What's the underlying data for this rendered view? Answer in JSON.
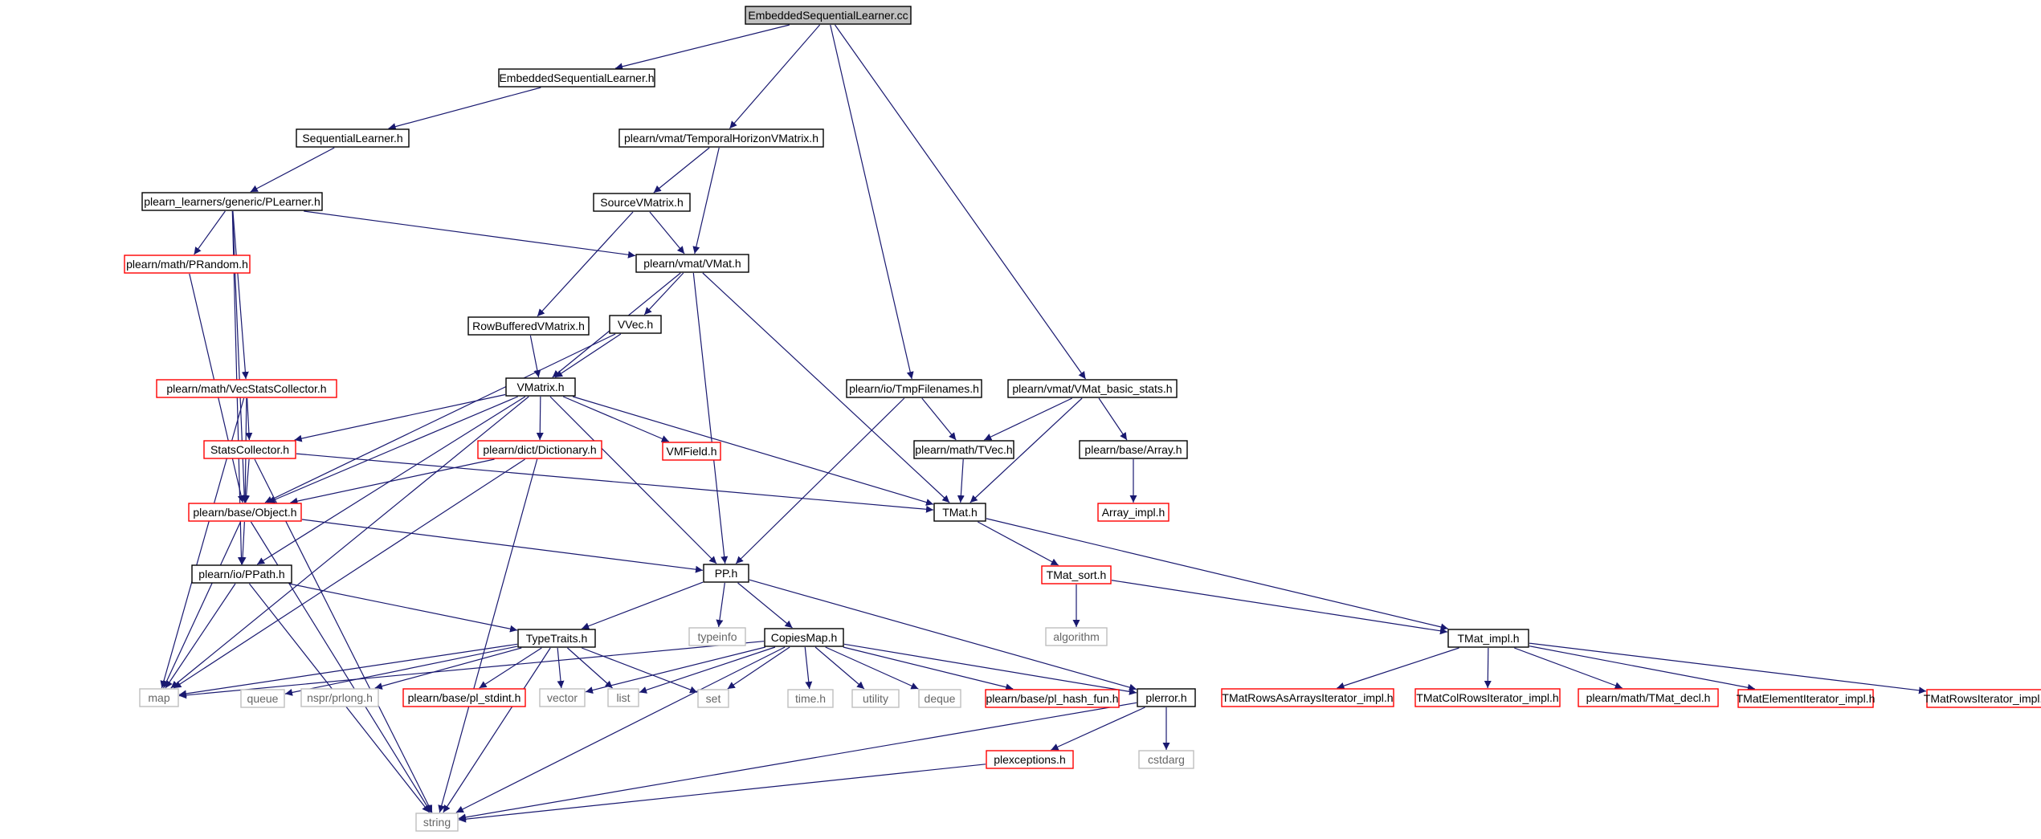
{
  "colors": {
    "edge": "#191970",
    "border_normal": "#000000",
    "border_red": "#ff0000",
    "border_gray": "#bfbfbf",
    "root_fill": "#bfbfbf",
    "text_normal": "#000000",
    "text_gray": "#666666"
  },
  "nodes": [
    {
      "id": "n0",
      "label": "EmbeddedSequentialLearner.cc",
      "style": "root"
    },
    {
      "id": "n1",
      "label": "EmbeddedSequentialLearner.h",
      "style": "normal"
    },
    {
      "id": "n2",
      "label": "SequentialLearner.h",
      "style": "normal"
    },
    {
      "id": "n3",
      "label": "plearn_learners/generic/PLearner.h",
      "style": "normal"
    },
    {
      "id": "n4",
      "label": "plearn/vmat/TemporalHorizonVMatrix.h",
      "style": "normal"
    },
    {
      "id": "n5",
      "label": "SourceVMatrix.h",
      "style": "normal"
    },
    {
      "id": "n6",
      "label": "plearn/math/PRandom.h",
      "style": "red"
    },
    {
      "id": "n7",
      "label": "plearn/vmat/VMat.h",
      "style": "normal"
    },
    {
      "id": "n8",
      "label": "RowBufferedVMatrix.h",
      "style": "normal"
    },
    {
      "id": "n9",
      "label": "VVec.h",
      "style": "normal"
    },
    {
      "id": "n10",
      "label": "plearn/math/VecStatsCollector.h",
      "style": "red"
    },
    {
      "id": "n11",
      "label": "VMatrix.h",
      "style": "normal"
    },
    {
      "id": "n12",
      "label": "plearn/io/TmpFilenames.h",
      "style": "normal"
    },
    {
      "id": "n13",
      "label": "plearn/vmat/VMat_basic_stats.h",
      "style": "normal"
    },
    {
      "id": "n14",
      "label": "StatsCollector.h",
      "style": "red"
    },
    {
      "id": "n15",
      "label": "plearn/dict/Dictionary.h",
      "style": "red"
    },
    {
      "id": "n16",
      "label": "VMField.h",
      "style": "red"
    },
    {
      "id": "n17",
      "label": "plearn/math/TVec.h",
      "style": "normal"
    },
    {
      "id": "n18",
      "label": "plearn/base/Array.h",
      "style": "normal"
    },
    {
      "id": "n19",
      "label": "plearn/base/Object.h",
      "style": "red"
    },
    {
      "id": "n20",
      "label": "TMat.h",
      "style": "normal"
    },
    {
      "id": "n21",
      "label": "Array_impl.h",
      "style": "red"
    },
    {
      "id": "n22",
      "label": "plearn/io/PPath.h",
      "style": "normal"
    },
    {
      "id": "n23",
      "label": "PP.h",
      "style": "normal"
    },
    {
      "id": "n24",
      "label": "TMat_sort.h",
      "style": "red"
    },
    {
      "id": "n25",
      "label": "TypeTraits.h",
      "style": "normal"
    },
    {
      "id": "n26",
      "label": "typeinfo",
      "style": "gray"
    },
    {
      "id": "n27",
      "label": "CopiesMap.h",
      "style": "normal"
    },
    {
      "id": "n28",
      "label": "algorithm",
      "style": "gray"
    },
    {
      "id": "n29",
      "label": "TMat_impl.h",
      "style": "normal"
    },
    {
      "id": "n30",
      "label": "map",
      "style": "gray"
    },
    {
      "id": "n31",
      "label": "queue",
      "style": "gray"
    },
    {
      "id": "n32",
      "label": "nspr/prlong.h",
      "style": "gray"
    },
    {
      "id": "n33",
      "label": "plearn/base/pl_stdint.h",
      "style": "red"
    },
    {
      "id": "n34",
      "label": "vector",
      "style": "gray"
    },
    {
      "id": "n35",
      "label": "list",
      "style": "gray"
    },
    {
      "id": "n36",
      "label": "set",
      "style": "gray"
    },
    {
      "id": "n37",
      "label": "time.h",
      "style": "gray"
    },
    {
      "id": "n38",
      "label": "utility",
      "style": "gray"
    },
    {
      "id": "n39",
      "label": "deque",
      "style": "gray"
    },
    {
      "id": "n40",
      "label": "plearn/base/pl_hash_fun.h",
      "style": "red"
    },
    {
      "id": "n41",
      "label": "plerror.h",
      "style": "normal"
    },
    {
      "id": "n42",
      "label": "TMatRowsAsArraysIterator_impl.h",
      "style": "red"
    },
    {
      "id": "n43",
      "label": "TMatColRowsIterator_impl.h",
      "style": "red"
    },
    {
      "id": "n44",
      "label": "plearn/math/TMat_decl.h",
      "style": "red"
    },
    {
      "id": "n45",
      "label": "TMatElementIterator_impl.h",
      "style": "red"
    },
    {
      "id": "n46",
      "label": "TMatRowsIterator_impl.h",
      "style": "red"
    },
    {
      "id": "n47",
      "label": "cstdarg",
      "style": "gray"
    },
    {
      "id": "n48",
      "label": "plexceptions.h",
      "style": "red"
    },
    {
      "id": "n49",
      "label": "string",
      "style": "gray"
    }
  ],
  "edges": [
    [
      "n0",
      "n1"
    ],
    [
      "n0",
      "n4"
    ],
    [
      "n0",
      "n12"
    ],
    [
      "n0",
      "n13"
    ],
    [
      "n1",
      "n2"
    ],
    [
      "n2",
      "n3"
    ],
    [
      "n3",
      "n6"
    ],
    [
      "n3",
      "n10"
    ],
    [
      "n3",
      "n19"
    ],
    [
      "n3",
      "n22"
    ],
    [
      "n3",
      "n7"
    ],
    [
      "n4",
      "n5"
    ],
    [
      "n4",
      "n7"
    ],
    [
      "n5",
      "n7"
    ],
    [
      "n5",
      "n8"
    ],
    [
      "n6",
      "n19"
    ],
    [
      "n7",
      "n9"
    ],
    [
      "n7",
      "n11"
    ],
    [
      "n7",
      "n23"
    ],
    [
      "n7",
      "n20"
    ],
    [
      "n8",
      "n11"
    ],
    [
      "n9",
      "n11"
    ],
    [
      "n9",
      "n19"
    ],
    [
      "n10",
      "n14"
    ],
    [
      "n10",
      "n19"
    ],
    [
      "n10",
      "n30"
    ],
    [
      "n11",
      "n14"
    ],
    [
      "n11",
      "n19"
    ],
    [
      "n11",
      "n15"
    ],
    [
      "n11",
      "n16"
    ],
    [
      "n11",
      "n22"
    ],
    [
      "n11",
      "n23"
    ],
    [
      "n11",
      "n20"
    ],
    [
      "n11",
      "n30"
    ],
    [
      "n12",
      "n17"
    ],
    [
      "n12",
      "n23"
    ],
    [
      "n13",
      "n17"
    ],
    [
      "n13",
      "n18"
    ],
    [
      "n13",
      "n20"
    ],
    [
      "n14",
      "n19"
    ],
    [
      "n14",
      "n20"
    ],
    [
      "n14",
      "n49"
    ],
    [
      "n15",
      "n19"
    ],
    [
      "n15",
      "n30"
    ],
    [
      "n15",
      "n49"
    ],
    [
      "n17",
      "n20"
    ],
    [
      "n18",
      "n21"
    ],
    [
      "n19",
      "n22"
    ],
    [
      "n19",
      "n23"
    ],
    [
      "n19",
      "n30"
    ],
    [
      "n19",
      "n49"
    ],
    [
      "n20",
      "n24"
    ],
    [
      "n20",
      "n29"
    ],
    [
      "n22",
      "n25"
    ],
    [
      "n22",
      "n30"
    ],
    [
      "n22",
      "n49"
    ],
    [
      "n23",
      "n25"
    ],
    [
      "n23",
      "n26"
    ],
    [
      "n23",
      "n27"
    ],
    [
      "n23",
      "n41"
    ],
    [
      "n24",
      "n28"
    ],
    [
      "n24",
      "n29"
    ],
    [
      "n25",
      "n30"
    ],
    [
      "n25",
      "n31"
    ],
    [
      "n25",
      "n32"
    ],
    [
      "n25",
      "n33"
    ],
    [
      "n25",
      "n34"
    ],
    [
      "n25",
      "n35"
    ],
    [
      "n25",
      "n36"
    ],
    [
      "n25",
      "n49"
    ],
    [
      "n27",
      "n30"
    ],
    [
      "n27",
      "n34"
    ],
    [
      "n27",
      "n35"
    ],
    [
      "n27",
      "n36"
    ],
    [
      "n27",
      "n37"
    ],
    [
      "n27",
      "n38"
    ],
    [
      "n27",
      "n39"
    ],
    [
      "n27",
      "n40"
    ],
    [
      "n27",
      "n41"
    ],
    [
      "n27",
      "n49"
    ],
    [
      "n29",
      "n42"
    ],
    [
      "n29",
      "n43"
    ],
    [
      "n29",
      "n44"
    ],
    [
      "n29",
      "n45"
    ],
    [
      "n29",
      "n46"
    ],
    [
      "n41",
      "n47"
    ],
    [
      "n41",
      "n48"
    ],
    [
      "n41",
      "n49"
    ],
    [
      "n48",
      "n49"
    ]
  ]
}
